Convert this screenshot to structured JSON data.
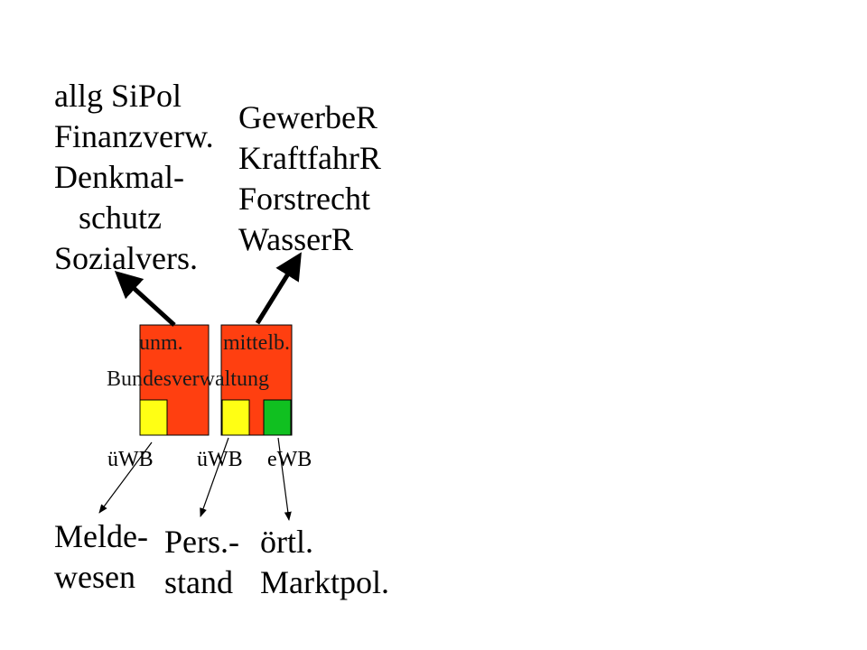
{
  "colors": {
    "agency_fill": "#ff3f10",
    "uWB_fill": "#ffff14",
    "eWB_fill": "#10c020",
    "arrow": "#000000"
  },
  "left_top_list": [
    "allg SiPol",
    "Finanzverw.",
    "Denkmal-",
    "schutz",
    "Sozialvers."
  ],
  "right_top_list": [
    "GewerbeR",
    "KraftfahrR",
    "Forstrecht",
    "WasserR"
  ],
  "agency_labels": {
    "unm": "unm.",
    "mittelb": "mittelb.",
    "bundesverwaltung": "Bundesverwaltung"
  },
  "supervision_labels": {
    "uwb_left": "üWB",
    "uwb_right": "üWB",
    "ewb": "eWB"
  },
  "bottom_labels": {
    "melde": [
      "Melde-",
      "wesen"
    ],
    "pers": [
      "Pers.-",
      "stand"
    ],
    "oertl": [
      "örtl.",
      "Marktpol."
    ]
  }
}
